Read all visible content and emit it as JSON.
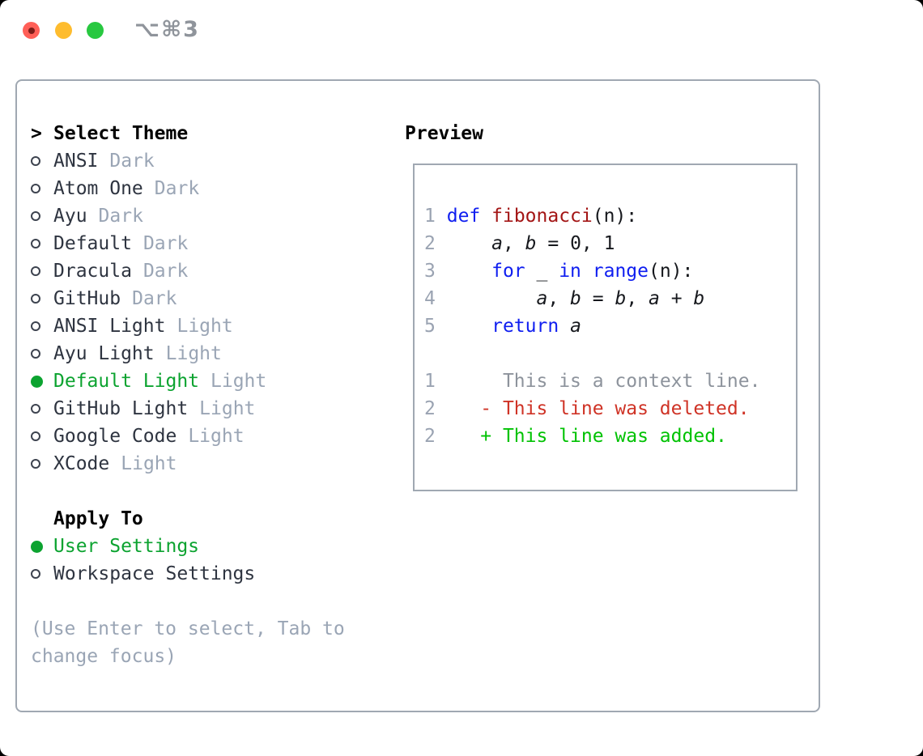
{
  "window": {
    "titlebar_shortcut": "⌥⌘3"
  },
  "panel": {
    "theme_section": {
      "cursor": ">",
      "title": "Select Theme",
      "themes": [
        {
          "name": "ANSI",
          "tag": "Dark",
          "selected": false
        },
        {
          "name": "Atom One",
          "tag": "Dark",
          "selected": false
        },
        {
          "name": "Ayu",
          "tag": "Dark",
          "selected": false
        },
        {
          "name": "Default",
          "tag": "Dark",
          "selected": false
        },
        {
          "name": "Dracula",
          "tag": "Dark",
          "selected": false
        },
        {
          "name": "GitHub",
          "tag": "Dark",
          "selected": false
        },
        {
          "name": "ANSI Light",
          "tag": "Light",
          "selected": false
        },
        {
          "name": "Ayu Light",
          "tag": "Light",
          "selected": false
        },
        {
          "name": "Default Light",
          "tag": "Light",
          "selected": true
        },
        {
          "name": "GitHub Light",
          "tag": "Light",
          "selected": false
        },
        {
          "name": "Google Code",
          "tag": "Light",
          "selected": false
        },
        {
          "name": "XCode",
          "tag": "Light",
          "selected": false
        }
      ]
    },
    "apply_section": {
      "title": "Apply To",
      "options": [
        {
          "label": "User Settings",
          "selected": true
        },
        {
          "label": "Workspace Settings",
          "selected": false
        }
      ]
    },
    "hint_lines": [
      "(Use Enter to select, Tab to",
      "change focus)"
    ]
  },
  "preview": {
    "title": "Preview",
    "rows": [
      [],
      [
        {
          "t": "1",
          "s": "num"
        },
        {
          "t": " ",
          "s": "plain"
        },
        {
          "t": "def",
          "s": "kw"
        },
        {
          "t": " ",
          "s": "plain"
        },
        {
          "t": "fibonacci",
          "s": "fn"
        },
        {
          "t": "(n):",
          "s": "plain"
        }
      ],
      [
        {
          "t": "2",
          "s": "num"
        },
        {
          "t": "     ",
          "s": "plain"
        },
        {
          "t": "a",
          "s": "var"
        },
        {
          "t": ", ",
          "s": "plain"
        },
        {
          "t": "b",
          "s": "var"
        },
        {
          "t": " = 0, 1",
          "s": "plain"
        }
      ],
      [
        {
          "t": "3",
          "s": "num"
        },
        {
          "t": "     ",
          "s": "plain"
        },
        {
          "t": "for",
          "s": "kw"
        },
        {
          "t": " _ ",
          "s": "plain"
        },
        {
          "t": "in",
          "s": "kw"
        },
        {
          "t": " ",
          "s": "plain"
        },
        {
          "t": "range",
          "s": "kw"
        },
        {
          "t": "(n):",
          "s": "plain"
        }
      ],
      [
        {
          "t": "4",
          "s": "num"
        },
        {
          "t": "         ",
          "s": "plain"
        },
        {
          "t": "a",
          "s": "var"
        },
        {
          "t": ", ",
          "s": "plain"
        },
        {
          "t": "b",
          "s": "var"
        },
        {
          "t": " = ",
          "s": "plain"
        },
        {
          "t": "b",
          "s": "var"
        },
        {
          "t": ", ",
          "s": "plain"
        },
        {
          "t": "a",
          "s": "var"
        },
        {
          "t": " + ",
          "s": "plain"
        },
        {
          "t": "b",
          "s": "var"
        }
      ],
      [
        {
          "t": "5",
          "s": "num"
        },
        {
          "t": "     ",
          "s": "plain"
        },
        {
          "t": "return",
          "s": "kw"
        },
        {
          "t": " ",
          "s": "plain"
        },
        {
          "t": "a",
          "s": "var"
        }
      ],
      [],
      [
        {
          "t": "1",
          "s": "num"
        },
        {
          "t": "      ",
          "s": "plain"
        },
        {
          "t": "This is a context line.",
          "s": "ctx"
        }
      ],
      [
        {
          "t": "2",
          "s": "num"
        },
        {
          "t": "    ",
          "s": "plain"
        },
        {
          "t": "- This line was deleted.",
          "s": "del"
        }
      ],
      [
        {
          "t": "2",
          "s": "num"
        },
        {
          "t": "    ",
          "s": "plain"
        },
        {
          "t": "+ This line was added.",
          "s": "add"
        }
      ]
    ]
  },
  "colors": {
    "green": "#0ca330",
    "added": "#00c203",
    "deleted": "#cf3326",
    "keyword": "#0f1ef0",
    "function": "#a31515",
    "number_gray": "#9aa3b2",
    "context_gray": "#8d939c",
    "tag_gray": "#9aa5b5",
    "text_dark": "#2e3440",
    "border_gray": "#a0a8b2",
    "hint_gray": "#9aa5b5",
    "title_gray": "#8f949b",
    "traffic_red": "#ff5f57",
    "traffic_red_dot": "#7d1d18",
    "traffic_yellow": "#febc2e",
    "traffic_green": "#28c840"
  }
}
